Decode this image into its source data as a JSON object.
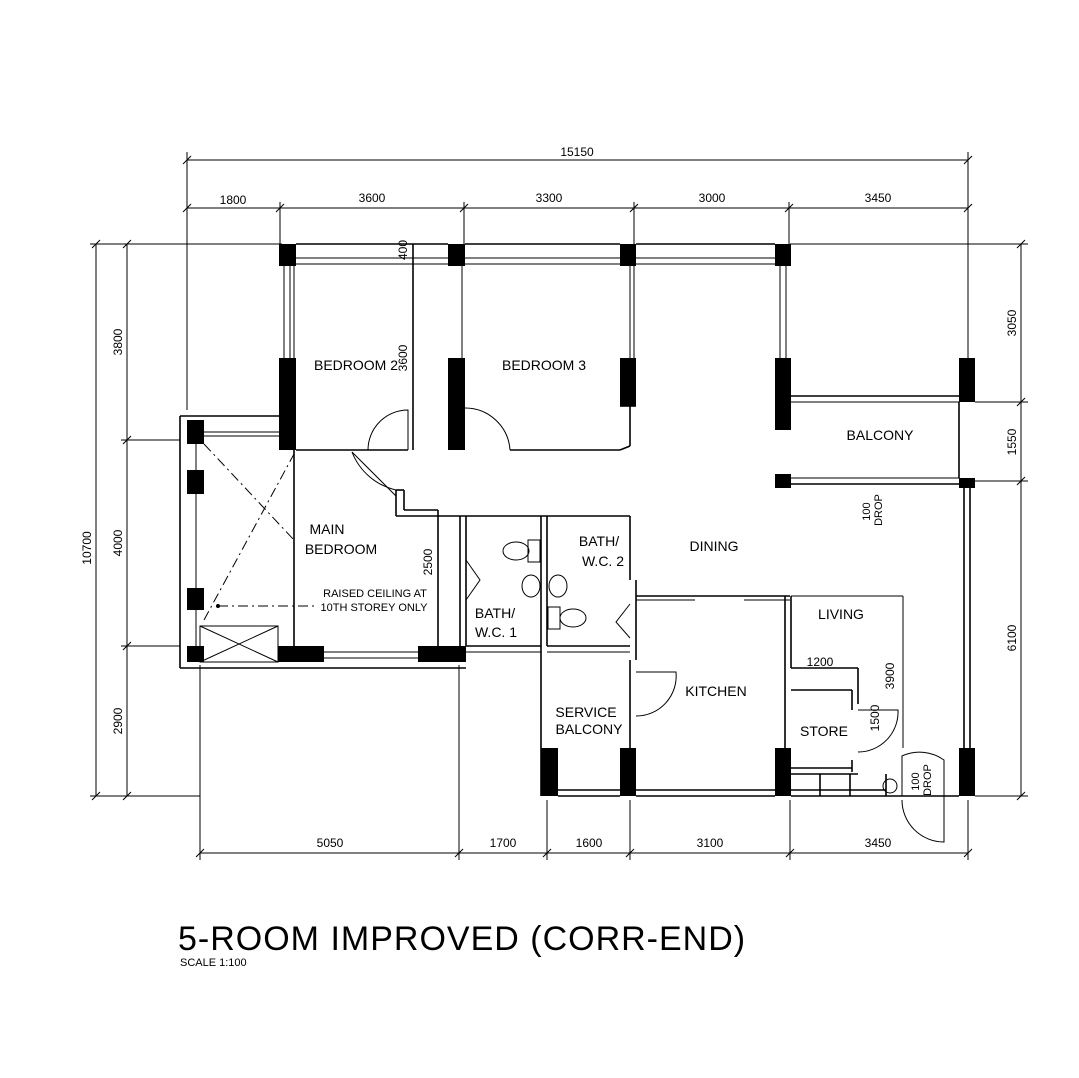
{
  "title": "5-ROOM IMPROVED (CORR-END)",
  "scale": "SCALE 1:100",
  "dimensions": {
    "overall_width": "15150",
    "top": [
      "1800",
      "3600",
      "3300",
      "3000",
      "3450"
    ],
    "bottom": [
      "5050",
      "1700",
      "1600",
      "3100",
      "3450"
    ],
    "overall_height": "10700",
    "left": [
      "3800",
      "4000",
      "2900"
    ],
    "right": [
      "3050",
      "1550",
      "6100"
    ],
    "internal": {
      "bay_window": "400",
      "bedroom2_depth": "3600",
      "main_bedroom_depth": "2500",
      "store_width": "1200",
      "store_depth": "1500",
      "living_depth": "3900"
    },
    "drop_balcony": "100\nDROP",
    "drop_entrance": "100\nDROP"
  },
  "rooms": {
    "bedroom2": "BEDROOM 2",
    "bedroom3": "BEDROOM 3",
    "balcony": "BALCONY",
    "main_bedroom_1": "MAIN",
    "main_bedroom_2": "BEDROOM",
    "dining": "DINING",
    "bath2_1": "BATH/",
    "bath2_2": "W.C. 2",
    "bath1_1": "BATH/",
    "bath1_2": "W.C. 1",
    "living": "LIVING",
    "kitchen": "KITCHEN",
    "service_1": "SERVICE",
    "service_2": "BALCONY",
    "store": "STORE"
  },
  "notes": {
    "raised_1": "RAISED CEILING AT",
    "raised_2": "10TH STOREY ONLY"
  }
}
